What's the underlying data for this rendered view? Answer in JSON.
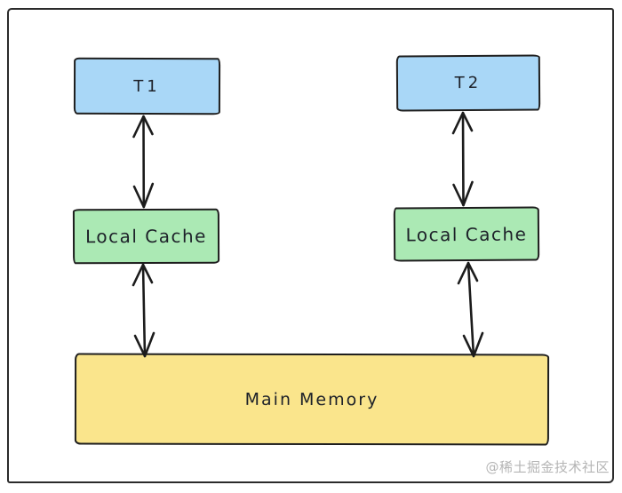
{
  "diagram": {
    "title": "threads-local-cache-main-memory",
    "nodes": {
      "t1": {
        "label": "T1",
        "type": "thread"
      },
      "t2": {
        "label": "T2",
        "type": "thread"
      },
      "cache1": {
        "label": "Local Cache",
        "type": "cache"
      },
      "cache2": {
        "label": "Local Cache",
        "type": "cache"
      },
      "memory": {
        "label": "Main Memory",
        "type": "memory"
      }
    },
    "edges": [
      {
        "from": "t1",
        "to": "cache1",
        "bidirectional": true
      },
      {
        "from": "t2",
        "to": "cache2",
        "bidirectional": true
      },
      {
        "from": "cache1",
        "to": "memory",
        "bidirectional": true
      },
      {
        "from": "cache2",
        "to": "memory",
        "bidirectional": true
      }
    ]
  },
  "colors": {
    "thread_fill": "#A9D7F7",
    "cache_fill": "#ABE9B4",
    "memory_fill": "#FAE58C",
    "stroke": "#1E1E1E",
    "frame": "#2B2B2B",
    "watermark": "#B5B5B5"
  },
  "watermark": {
    "text": "@稀土掘金技术社区"
  }
}
